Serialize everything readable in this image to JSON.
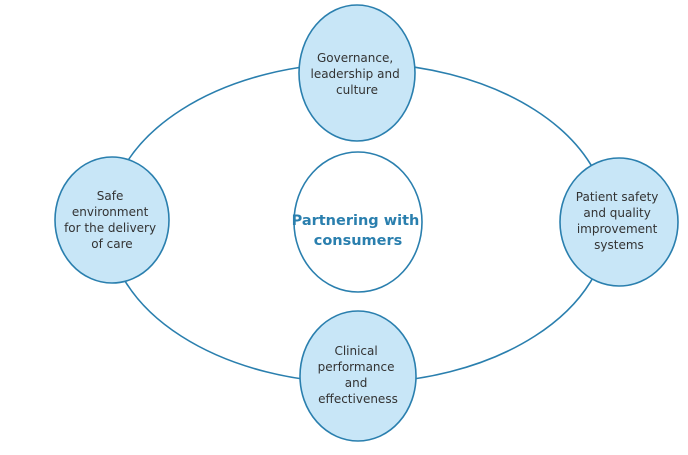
{
  "colors": {
    "stroke": "#2a7fae",
    "node_fill": "#c8e6f7",
    "center_fill": "#ffffff",
    "center_text": "#2a7fae",
    "node_text": "#333333",
    "background": "#ffffff"
  },
  "center": {
    "lines": [
      "Partnering with",
      "consumers"
    ]
  },
  "nodes": [
    {
      "id": "governance",
      "lines": [
        "Governance,",
        "leadership and",
        "culture"
      ]
    },
    {
      "id": "patient-safety",
      "lines": [
        "Patient safety",
        "and quality",
        "improvement",
        "systems"
      ]
    },
    {
      "id": "clinical-performance",
      "lines": [
        "Clinical",
        "performance",
        "and",
        "effectiveness"
      ]
    },
    {
      "id": "safe-environment",
      "lines": [
        "Safe",
        "environment",
        "for the delivery",
        "of care"
      ]
    }
  ]
}
